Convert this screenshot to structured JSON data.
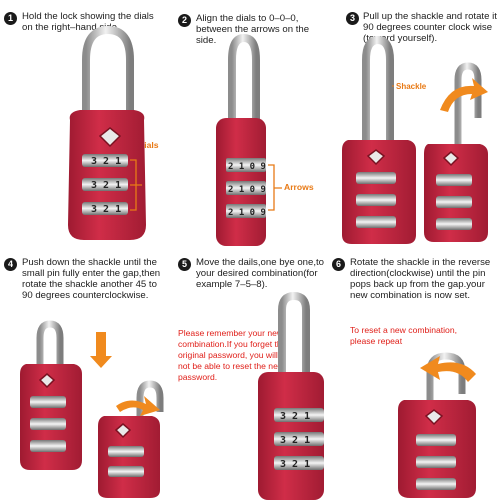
{
  "steps": [
    {
      "num": "1",
      "text": "Hold the lock showing the dials on the right–hand side"
    },
    {
      "num": "2",
      "text": "Align the dials to 0–0–0, between the arrows on the side."
    },
    {
      "num": "3",
      "text": "Pull up the shackle and rotate it 90 degrees counter clock wise (toward yourself)."
    },
    {
      "num": "4",
      "text": "Push down the shackle until the small pin fully enter the gap,then rotate the shackle another 45 to 90 degrees counterclockwise."
    },
    {
      "num": "5",
      "text": "Move the dails,one bye one,to your desired combination(for example 7–5–8)."
    },
    {
      "num": "6",
      "text": "Rotate the shackle in the reverse direction(clockwise) until the pin pops back up from the gap.your new combination is now set."
    }
  ],
  "labels": {
    "dials": "Dials",
    "arrows": "Arrows",
    "shackle": "Shackle"
  },
  "notes": {
    "remember": "Please remember your new combination.If you forget the original password, you will not be able to reset the new password.",
    "reset": "To reset a new combination, please repeat"
  },
  "dial_digits": {
    "lock1": [
      "3 2 1",
      "3 2 1",
      "3 2 1"
    ],
    "lock2": [
      "2 1 0 9",
      "2 1 0 9",
      "2 1 0 9"
    ],
    "lock5": [
      "3 2 1",
      "3 2 1",
      "3 2 1"
    ]
  },
  "colors": {
    "lock_body": "#c42540",
    "lock_dark": "#8e1428",
    "callout": "#e87a16",
    "warning": "#e0201a"
  }
}
